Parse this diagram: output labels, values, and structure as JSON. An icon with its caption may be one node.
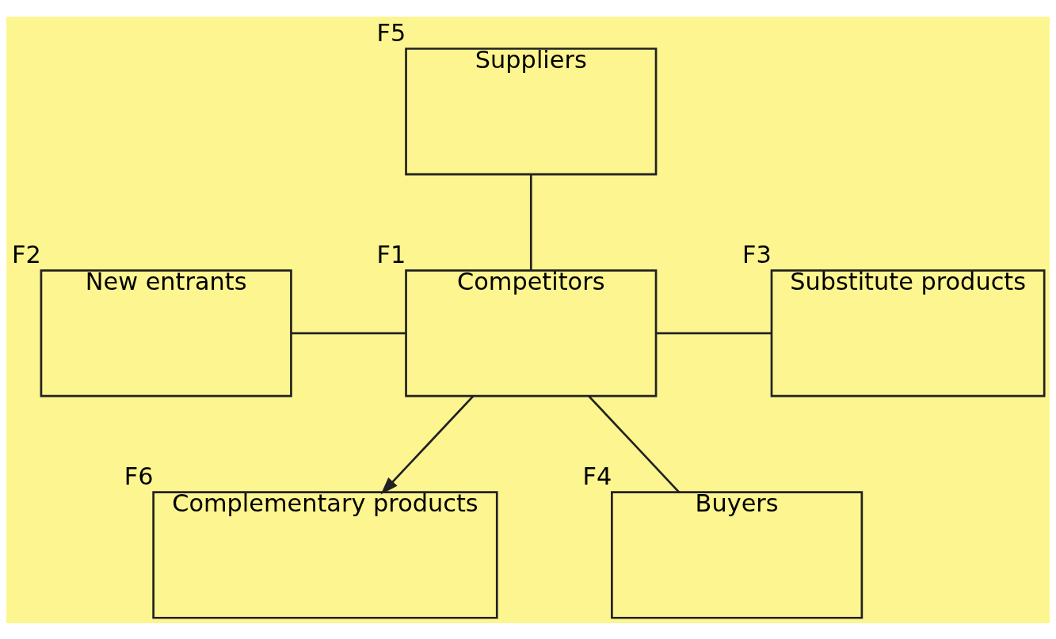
{
  "diagram": {
    "nodes": [
      {
        "text": [
          "Suppliers"
        ],
        "beside": [
          "F5"
        ]
      },
      {
        "text": [
          "New entrants"
        ],
        "beside": [
          "F2"
        ]
      },
      {
        "text": [
          "Competitors"
        ],
        "beside": [
          "F1"
        ]
      },
      {
        "text": [
          "Substitute products"
        ],
        "beside": [
          "F3"
        ]
      },
      {
        "text": [
          "Complementary products"
        ],
        "beside": [
          "F6"
        ]
      },
      {
        "text": [
          "Buyers"
        ],
        "beside": [
          "F4"
        ]
      }
    ],
    "edges": [
      {
        "from": 0,
        "to": 2,
        "arrow": "none"
      },
      {
        "from": 1,
        "to": 2,
        "arrow": "none"
      },
      {
        "from": 2,
        "to": 3,
        "arrow": "none"
      },
      {
        "from": 2,
        "to": 4,
        "arrow": "to"
      },
      {
        "from": 2,
        "to": 5,
        "arrow": "none"
      }
    ]
  }
}
